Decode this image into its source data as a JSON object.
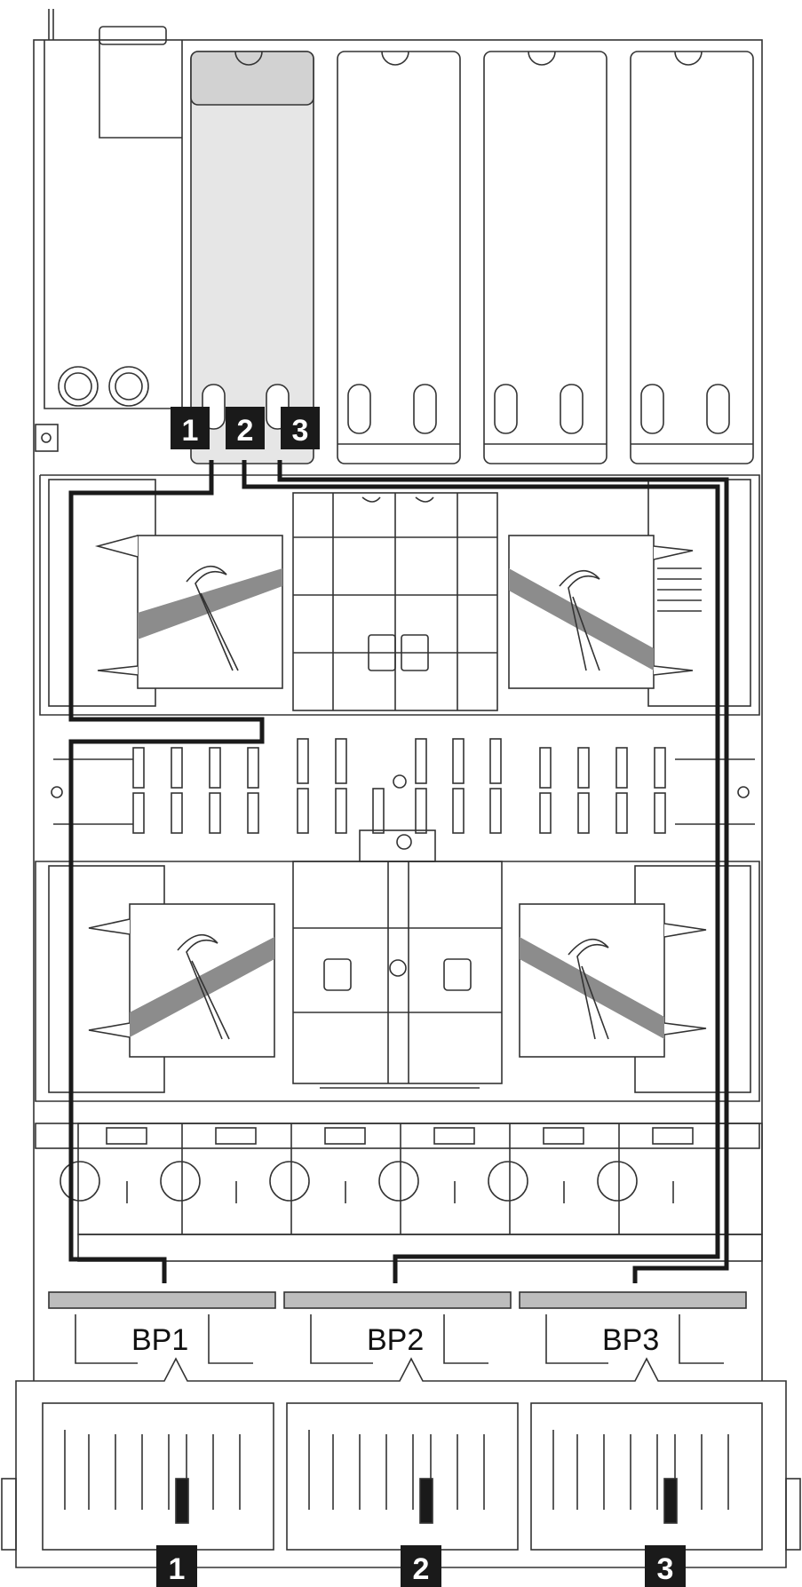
{
  "callouts_top": [
    "1",
    "2",
    "3"
  ],
  "backplane_labels": [
    "BP1",
    "BP2",
    "BP3"
  ],
  "callouts_bottom": [
    "1",
    "2",
    "3"
  ],
  "colors": {
    "line": "#1a1a1a",
    "cable": "#1a1a1a",
    "adapter": "#e6e6e6",
    "stripe": "#8c8c8c",
    "badge": "#1a1a1a",
    "bp_bar": "#bdbdbd"
  }
}
